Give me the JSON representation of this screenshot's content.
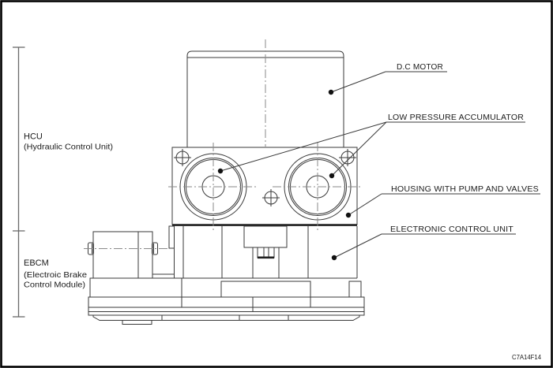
{
  "figure": {
    "code": "C7A14F14",
    "background_color": "#ffffff",
    "border_color": "#000000",
    "line_color": "#3a3a3a",
    "centerline_color": "#8a8a8a",
    "text_color": "#1a1a1a"
  },
  "left_callouts": {
    "hcu": {
      "abbr": "HCU",
      "full": "(Hydraulic Control Unit)"
    },
    "ebcm": {
      "abbr": "EBCM",
      "full_line1": "(Electroic Brake",
      "full_line2": "Control Module)"
    }
  },
  "part_callouts": {
    "dc_motor": "D.C MOTOR",
    "low_pressure_accumulator": "LOW PRESSURE ACCUMULATOR",
    "housing_pump_valves": "HOUSING WITH PUMP AND VALVES",
    "electronic_control_unit": "ELECTRONIC CONTROL UNIT"
  }
}
